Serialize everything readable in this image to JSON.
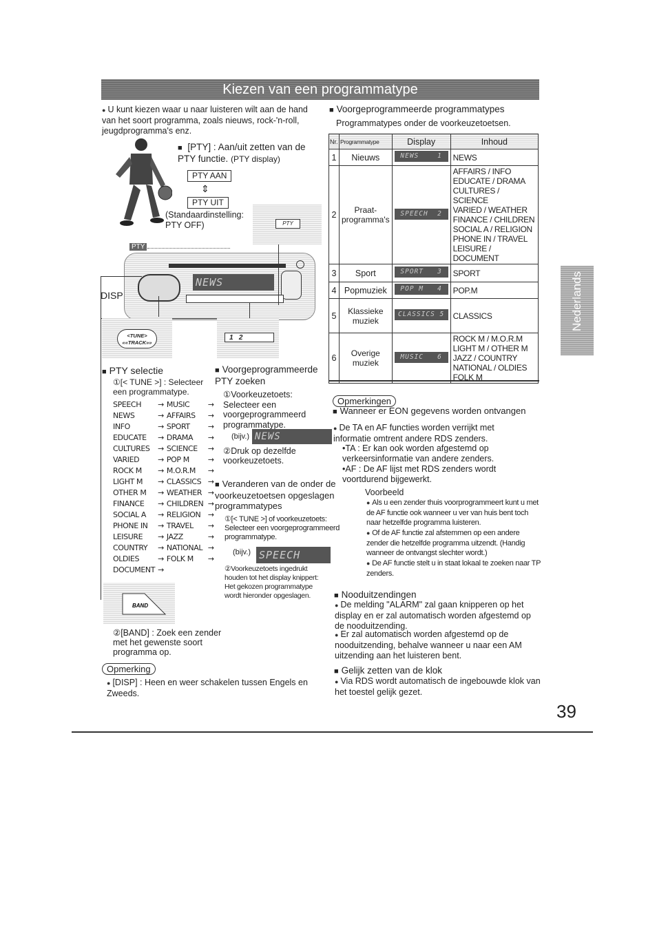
{
  "banner": "Kiezen van een programmatype",
  "intro": "U kunt kiezen waar u naar luisteren wilt aan de hand van het soort programma, zoals nieuws, rock-'n-roll, jeugdprogramma's enz.",
  "pty": {
    "heading": "[PTY] : Aan/uit zetten van de PTY functie.",
    "heading_sub": "(PTY display)",
    "on": "PTY AAN",
    "off": "PTY UIT",
    "default": "(Standaardinstelling: PTY OFF)",
    "btn": "PTY",
    "disp": "DISP",
    "lcd": "NEWS",
    "tune_label": "<TUNE> ««TRACK»»",
    "preset_label": "1   2"
  },
  "selectie": {
    "heading": "PTY selectie",
    "step1": "①[< TUNE >] : Selecteer een programmatype.",
    "list": [
      [
        "SPEECH",
        "MUSIC"
      ],
      [
        "NEWS",
        "AFFAIRS"
      ],
      [
        "INFO",
        "SPORT"
      ],
      [
        "EDUCATE",
        "DRAMA"
      ],
      [
        "CULTURES",
        "SCIENCE"
      ],
      [
        "VARIED",
        "POP M"
      ],
      [
        "ROCK M",
        "M.O.R.M"
      ],
      [
        "LIGHT M",
        "CLASSICS"
      ],
      [
        "OTHER M",
        "WEATHER"
      ],
      [
        "FINANCE",
        "CHILDREN"
      ],
      [
        "SOCIAL A",
        "RELIGION"
      ],
      [
        "PHONE IN",
        "TRAVEL"
      ],
      [
        "LEISURE",
        "JAZZ"
      ],
      [
        "COUNTRY",
        "NATIONAL"
      ],
      [
        "OLDIES",
        "FOLK M"
      ],
      [
        "DOCUMENT",
        ""
      ]
    ],
    "band_label": "BAND",
    "step2": "②[BAND] : Zoek een zender met het gewenste soort programma op."
  },
  "zoeken": {
    "heading": "Voorgeprogrammeerde PTY zoeken",
    "step1": "①Voorkeuzetoets: Selecteer een voorgeprogrammeerd programmatype.",
    "bijv": "(bijv.)",
    "lcd": "NEWS",
    "step2": "②Druk op dezelfde voorkeuzetoets."
  },
  "veranderen": {
    "heading": "Veranderen van de onder de voorkeuzetoetsen opgeslagen programmatypes",
    "step1": "①[< TUNE >] of voorkeuzetoets: Selecteer een voorgeprogrammeerd programmatype.",
    "bijv": "(bijv.)",
    "lcd": "SPEECH",
    "step2": "②Voorkeuzetoets ingedrukt houden tot het display knippert: Het gekozen programmatype wordt hieronder opgeslagen."
  },
  "opmerking": {
    "label": "Opmerking",
    "text": "[DISP] : Heen en weer schakelen tussen Engels en Zweeds."
  },
  "voorgeprog": {
    "heading": "Voorgeprogrammeerde programmatypes",
    "sub": "Programmatypes onder de voorkeuzetoetsen.",
    "headers": [
      "Nr.",
      "Programmatype",
      "Display",
      "Inhoud"
    ],
    "rows": [
      {
        "nr": "1",
        "type": "Nieuws",
        "display": "NEWS    1",
        "inhoud": "NEWS"
      },
      {
        "nr": "2",
        "type": "Praat- programma's",
        "display": "SPEECH  2",
        "inhoud": "AFFAIRS / INFO\nEDUCATE / DRAMA\nCULTURES / SCIENCE\nVARIED / WEATHER\nFINANCE / CHILDREN\nSOCIAL A / RELIGION\nPHONE IN / TRAVEL\nLEISURE / DOCUMENT"
      },
      {
        "nr": "3",
        "type": "Sport",
        "display": "SPORT   3",
        "inhoud": "SPORT"
      },
      {
        "nr": "4",
        "type": "Popmuziek",
        "display": "POP M   4",
        "inhoud": "POP.M"
      },
      {
        "nr": "5",
        "type": "Klassieke muziek",
        "display": "CLASSICS 5",
        "inhoud": "CLASSICS"
      },
      {
        "nr": "6",
        "type": "Overige muziek",
        "display": "MUSIC   6",
        "inhoud": "ROCK M / M.O.R.M\nLIGHT M / OTHER M\nJAZZ / COUNTRY\nNATIONAL / OLDIES\nFOLK M"
      }
    ]
  },
  "opmerkingen": {
    "label": "Opmerkingen",
    "eon_heading": "Wanneer er EON gegevens worden ontvangen",
    "eon_text": "De TA en AF functies worden verrijkt met informatie omtrent andere RDS zenders.",
    "ta": "•TA : Er kan ook worden afgestemd op verkeersinformatie van andere zenders.",
    "af": "•AF : De AF lijst met RDS zenders wordt voortdurend bijgewerkt.",
    "voorbeeld": "Voorbeeld",
    "ex1": "Als u een zender thuis voorprogrammeert kunt u met de AF functie ook wanneer u ver van huis bent toch naar hetzelfde programma luisteren.",
    "ex2": "Of de AF functie zal afstemmen op een andere zender die hetzelfde programma uitzendt. (Handig wanneer de ontvangst slechter wordt.)",
    "ex3": "De AF functie stelt u in staat lokaal te zoeken naar TP zenders.",
    "nood_heading": "Nooduitzendingen",
    "nood1": "De melding \"ALARM\" zal gaan knipperen op het display en er zal automatisch worden afgestemd op de nooduitzending.",
    "nood2": "Er zal automatisch worden afgestemd op de nooduitzending, behalve wanneer u naar een AM uitzending aan het luisteren bent.",
    "klok_heading": "Gelijk zetten van de klok",
    "klok_text": "Via RDS wordt automatisch de ingebouwde klok van het toestel gelijk gezet."
  },
  "side_tab": "Nederlands",
  "page_number": "39"
}
